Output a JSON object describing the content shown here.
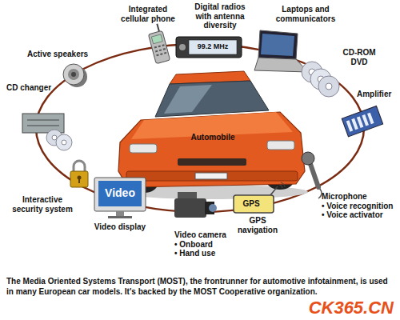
{
  "diagram": {
    "caption": "The Media Oriented Systems Transport (MOST), the frontrunner for automotive infotainment, is used in many European car models. It's backed by the MOST Cooperative organization.",
    "labels": [
      "Integrated cellular phone",
      "Digital radios with antenna diversity",
      "Laptops and communicators",
      "Active speakers",
      "99.2 MHz",
      "CD-ROM DVD",
      "CD changer",
      "Amplifier",
      "Automobile",
      "Interactive security system",
      "Video",
      "GPS",
      "Microphone",
      "• Voice recognition",
      "• Voice activator",
      "Video display",
      "Video camera",
      "• Onboard",
      "• Hand use",
      "GPS navigation",
      "CK365.CN"
    ]
  }
}
